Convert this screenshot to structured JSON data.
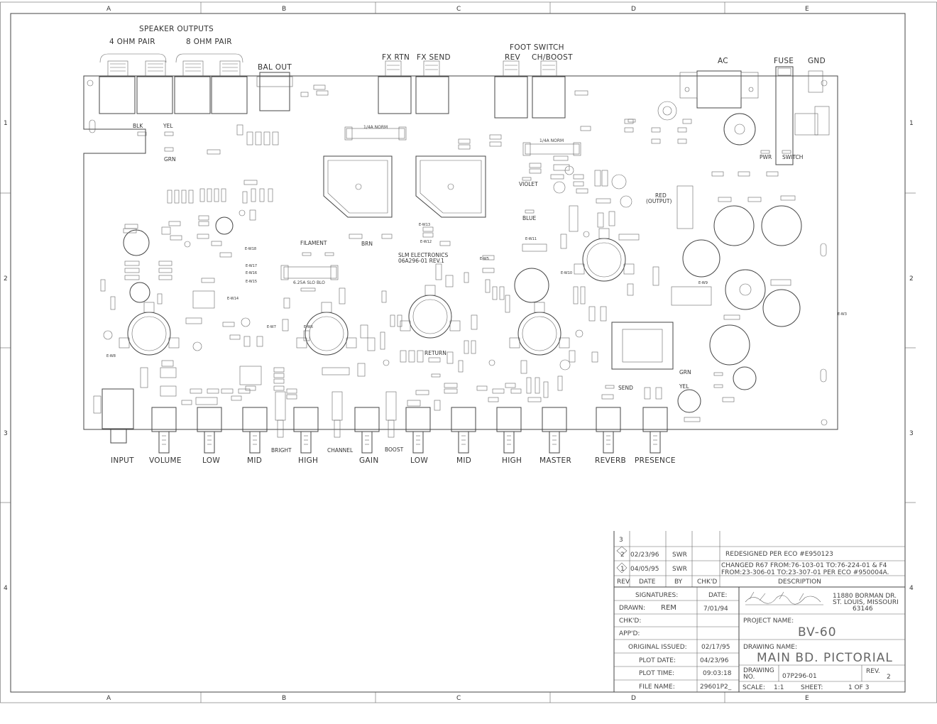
{
  "border": {
    "columns": [
      "A",
      "B",
      "C",
      "D",
      "E"
    ],
    "rows": [
      "1",
      "2",
      "3",
      "4"
    ]
  },
  "top_labels": {
    "speaker_outputs": "SPEAKER OUTPUTS",
    "four_ohm_pair": "4 OHM PAIR",
    "eight_ohm_pair": "8 OHM PAIR",
    "bal_out": "BAL OUT",
    "fx_rtn": "FX RTN",
    "fx_send": "FX SEND",
    "foot_switch": "FOOT SWITCH",
    "rev": "REV",
    "ch_boost": "CH/BOOST",
    "ac": "AC",
    "fuse": "FUSE",
    "gnd": "GND"
  },
  "board_labels": {
    "blk": "BLK",
    "yel": "YEL",
    "grn": "GRN",
    "violet": "VIOLET",
    "blue": "BLUE",
    "red_output_1": "RED",
    "red_output_2": "(OUTPUT)",
    "pwr": "PWR",
    "switch": "SWITCH",
    "filament": "FILAMENT",
    "brn": "BRN",
    "slm_line1": "SLM ELECTRONICS",
    "slm_line2": "06A296-01  REV.1",
    "return": "RETURN",
    "send": "SEND",
    "grn2": "GRN",
    "yel2": "YEL",
    "fuse_f3": "1/4A NORM",
    "fuse_f2": "1/4A NORM",
    "fuse_f4": "6.25A SLO BLO",
    "bright": "BRIGHT",
    "channel": "CHANNEL",
    "boost": "BOOST"
  },
  "controls": [
    "INPUT",
    "VOLUME",
    "LOW",
    "MID",
    "HIGH",
    "GAIN",
    "LOW",
    "MID",
    "HIGH",
    "MASTER",
    "REVERB",
    "PRESENCE"
  ],
  "revisions": [
    {
      "rev": "2",
      "date": "02/23/96",
      "by": "SWR",
      "description": "REDESIGNED PER ECO #E950123"
    },
    {
      "rev": "1",
      "date": "04/05/95",
      "by": "SWR",
      "description_line1": "CHANGED R67 FROM:76-103-01 TO:76-224-01 & F4",
      "description_line2": "FROM:23-306-01 TO:23-307-01 PER ECO #950004A."
    }
  ],
  "rev_table_number": "3",
  "rev_header": {
    "rev": "REV",
    "date": "DATE",
    "by": "BY",
    "chkd": "CHK'D",
    "description": "DESCRIPTION"
  },
  "title_block": {
    "signatures_label": "SIGNATURES:",
    "date_label": "DATE:",
    "drawn_label": "DRAWN:",
    "drawn_value": "REM",
    "drawn_date": "7/01/94",
    "chkd_label": "CHK'D:",
    "appd_label": "APP'D:",
    "original_issued_label": "ORIGINAL ISSUED:",
    "original_issued_value": "02/17/95",
    "plot_date_label": "PLOT DATE:",
    "plot_date_value": "04/23/96",
    "plot_time_label": "PLOT TIME:",
    "plot_time_value": "09:03:18",
    "file_name_label": "FILE NAME:",
    "file_name_value": "29601P2_",
    "address_line1": "11880 BORMAN DR.",
    "address_line2": "ST. LOUIS, MISSOURI",
    "address_line3": "63146",
    "project_name_label": "PROJECT NAME:",
    "project_name": "BV-60",
    "drawing_name_label": "DRAWING NAME:",
    "drawing_name": "MAIN  BD. PICTORIAL",
    "drawing_no_label_1": "DRAWING",
    "drawing_no_label_2": "NO.",
    "drawing_no": "07P296-01",
    "rev_label": "REV.",
    "rev_value": "2",
    "scale_label": "SCALE:",
    "scale_value": "1:1",
    "sheet_label": "SHEET:",
    "sheet_value": "1  OF  3"
  }
}
